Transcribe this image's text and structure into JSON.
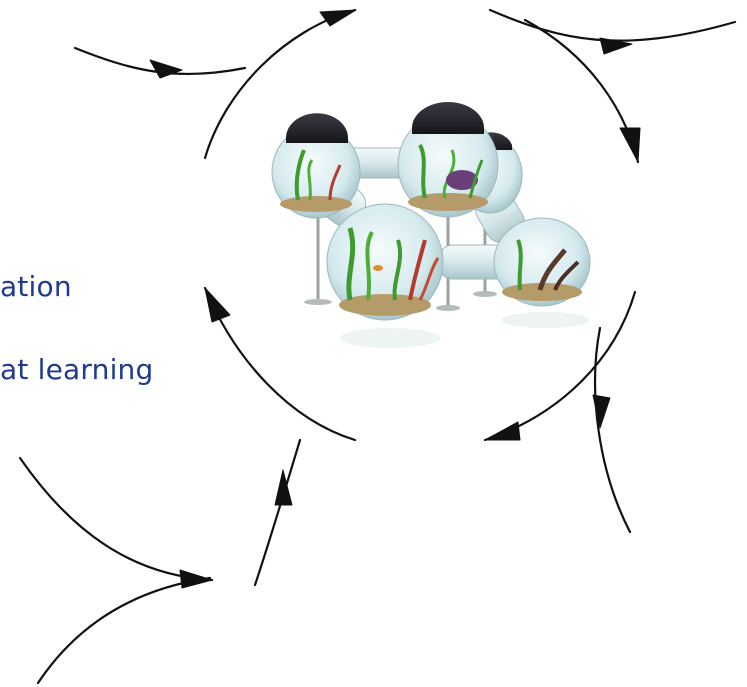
{
  "text": {
    "line1": "ation",
    "line2": "at learning"
  },
  "illustration": {
    "subject": "connected aquarium bowls",
    "glass_tint": "#e8f3f4",
    "water_tint": "#cfe7ea",
    "lid_color": "#2b2b33",
    "gravel_color": "#b59b6a",
    "plant_green": "#3f9b2e",
    "plant_red": "#b33a2c",
    "plant_purple": "#6b3f7a"
  },
  "colors": {
    "text": "#1f3a93",
    "arrows": "#111111",
    "background": "#ffffff"
  }
}
